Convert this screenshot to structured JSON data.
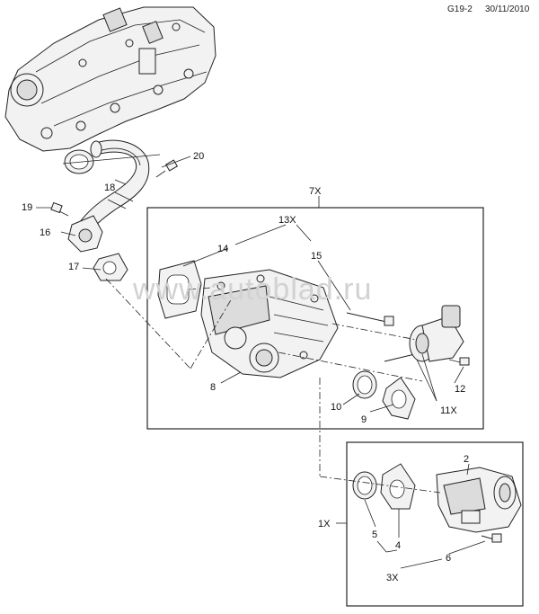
{
  "header": {
    "ref": "G19-2",
    "date": "30/11/2010"
  },
  "watermark": "www.autoblad.ru",
  "callouts": {
    "c20": "20",
    "c18": "18",
    "c19": "19",
    "c16": "16",
    "c17": "17",
    "c7x": "7X",
    "c13x": "13X",
    "c14": "14",
    "c15": "15",
    "c8": "8",
    "c10": "10",
    "c9": "9",
    "c12": "12",
    "c11x": "11X",
    "c2": "2",
    "c1x": "1X",
    "c5": "5",
    "c4": "4",
    "c6": "6",
    "c3x": "3X"
  }
}
